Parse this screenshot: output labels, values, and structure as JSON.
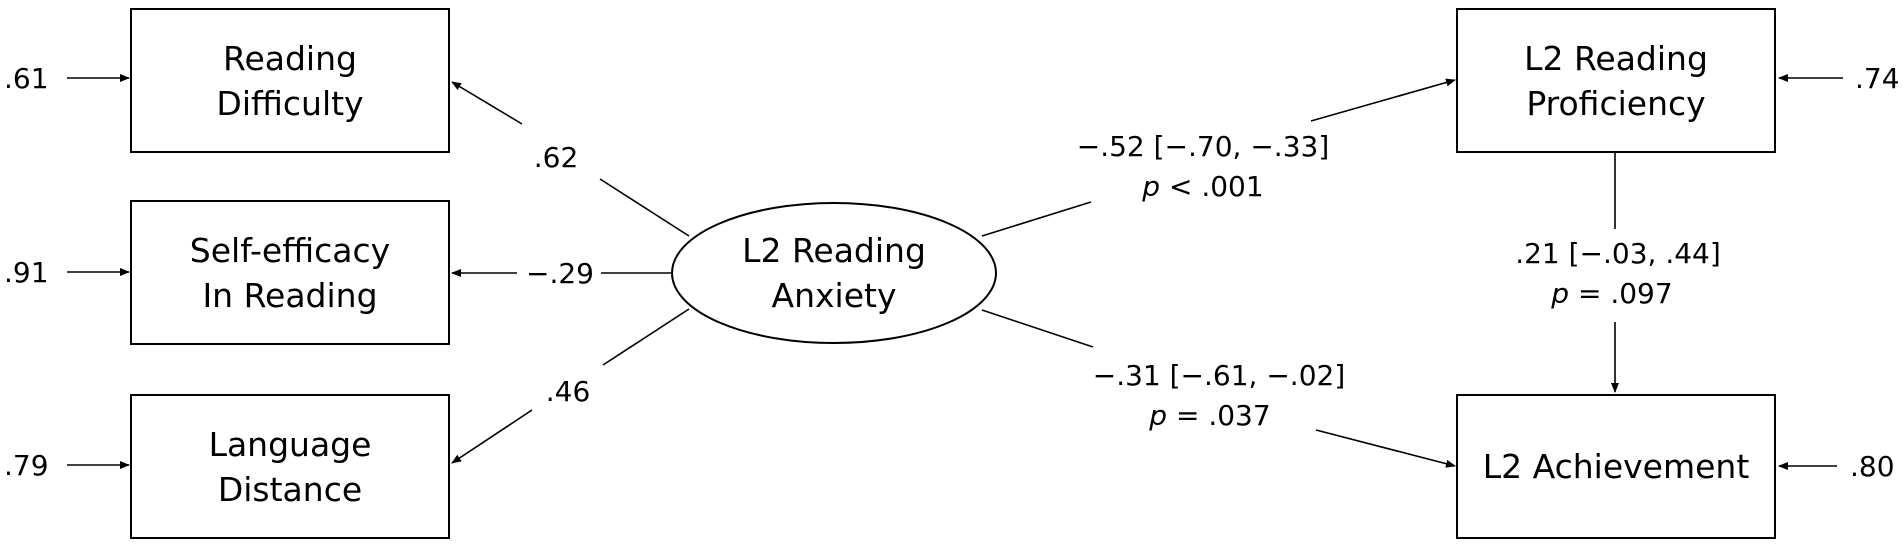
{
  "nodes": {
    "reading_difficulty": {
      "line1": "Reading",
      "line2": "Difficulty"
    },
    "self_efficacy": {
      "line1": "Self-efficacy",
      "line2": "In Reading"
    },
    "language_distance": {
      "line1": "Language",
      "line2": "Distance"
    },
    "anxiety": {
      "line1": "L2 Reading",
      "line2": "Anxiety"
    },
    "proficiency": {
      "line1": "L2 Reading",
      "line2": "Proficiency"
    },
    "achievement": {
      "line1": "L2 Achievement"
    }
  },
  "residuals": {
    "reading_difficulty": ".61",
    "self_efficacy": ".91",
    "language_distance": ".79",
    "proficiency": ".74",
    "achievement": ".80"
  },
  "loadings": {
    "reading_difficulty": ".62",
    "self_efficacy": "−.29",
    "language_distance": ".46"
  },
  "paths": {
    "anxiety_to_proficiency": {
      "estimate": "−.52 [−.70, −.33]",
      "p_symbol": "p",
      "p_rest": " < .001"
    },
    "anxiety_to_achievement": {
      "estimate": "−.31 [−.61, −.02]",
      "p_symbol": "p",
      "p_rest": " = .037"
    },
    "proficiency_to_achievement": {
      "estimate": ".21 [−.03, .44]",
      "p_symbol": "p",
      "p_rest": " = .097"
    }
  }
}
